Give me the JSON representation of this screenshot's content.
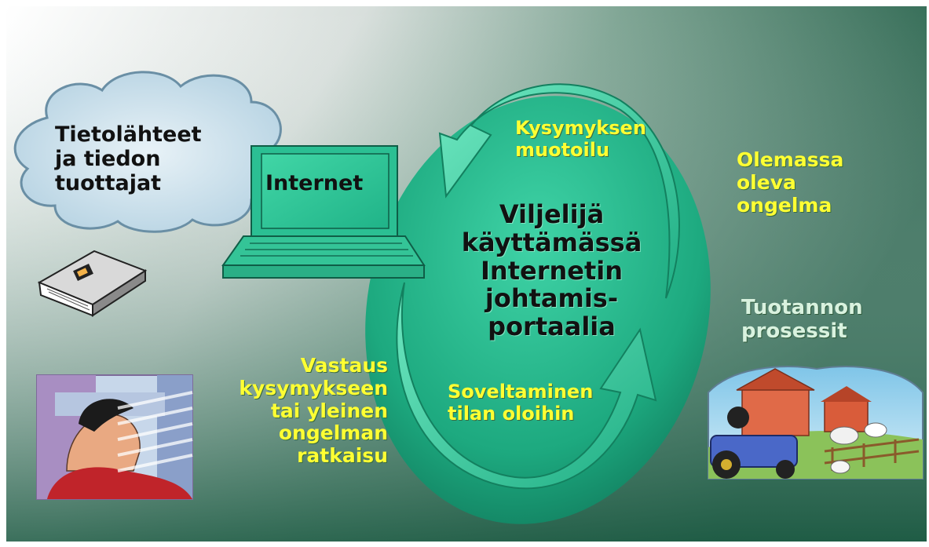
{
  "diagram": {
    "cloud_text": "Tietolähteet\nja tiedon\ntuottajat",
    "laptop_text": "Internet",
    "center_text": "Viljelijä\nkäyttämässä\nInternetin\njohtamis-\nportaalia",
    "top_arrow_text": "Kysymyksen\nmuotoilu",
    "bottom_arrow_text": "Soveltaminen\ntilan oloihin",
    "right_top_text": "Olemassa\noleva\nongelma",
    "right_mid_text": "Tuotannon\nprosessit",
    "left_bottom_text": "Vastaus\nkysymykseen\ntai yleinen\nongelman\nratkaisu"
  },
  "colors": {
    "background_left": "#ffffff",
    "background_right": "#1f5c45",
    "ellipse_fill": "#21b08a",
    "arrow_fill": "#3ad0a6",
    "laptop_fill": "#36c79a",
    "label_yellow": "#ffff33",
    "cloud_fill": "#cfe4ee"
  },
  "icons": [
    "cloud-shape",
    "laptop-icon",
    "book-icon",
    "person-illustration",
    "farm-illustration",
    "cycle-arrow-top",
    "cycle-arrow-bottom"
  ]
}
